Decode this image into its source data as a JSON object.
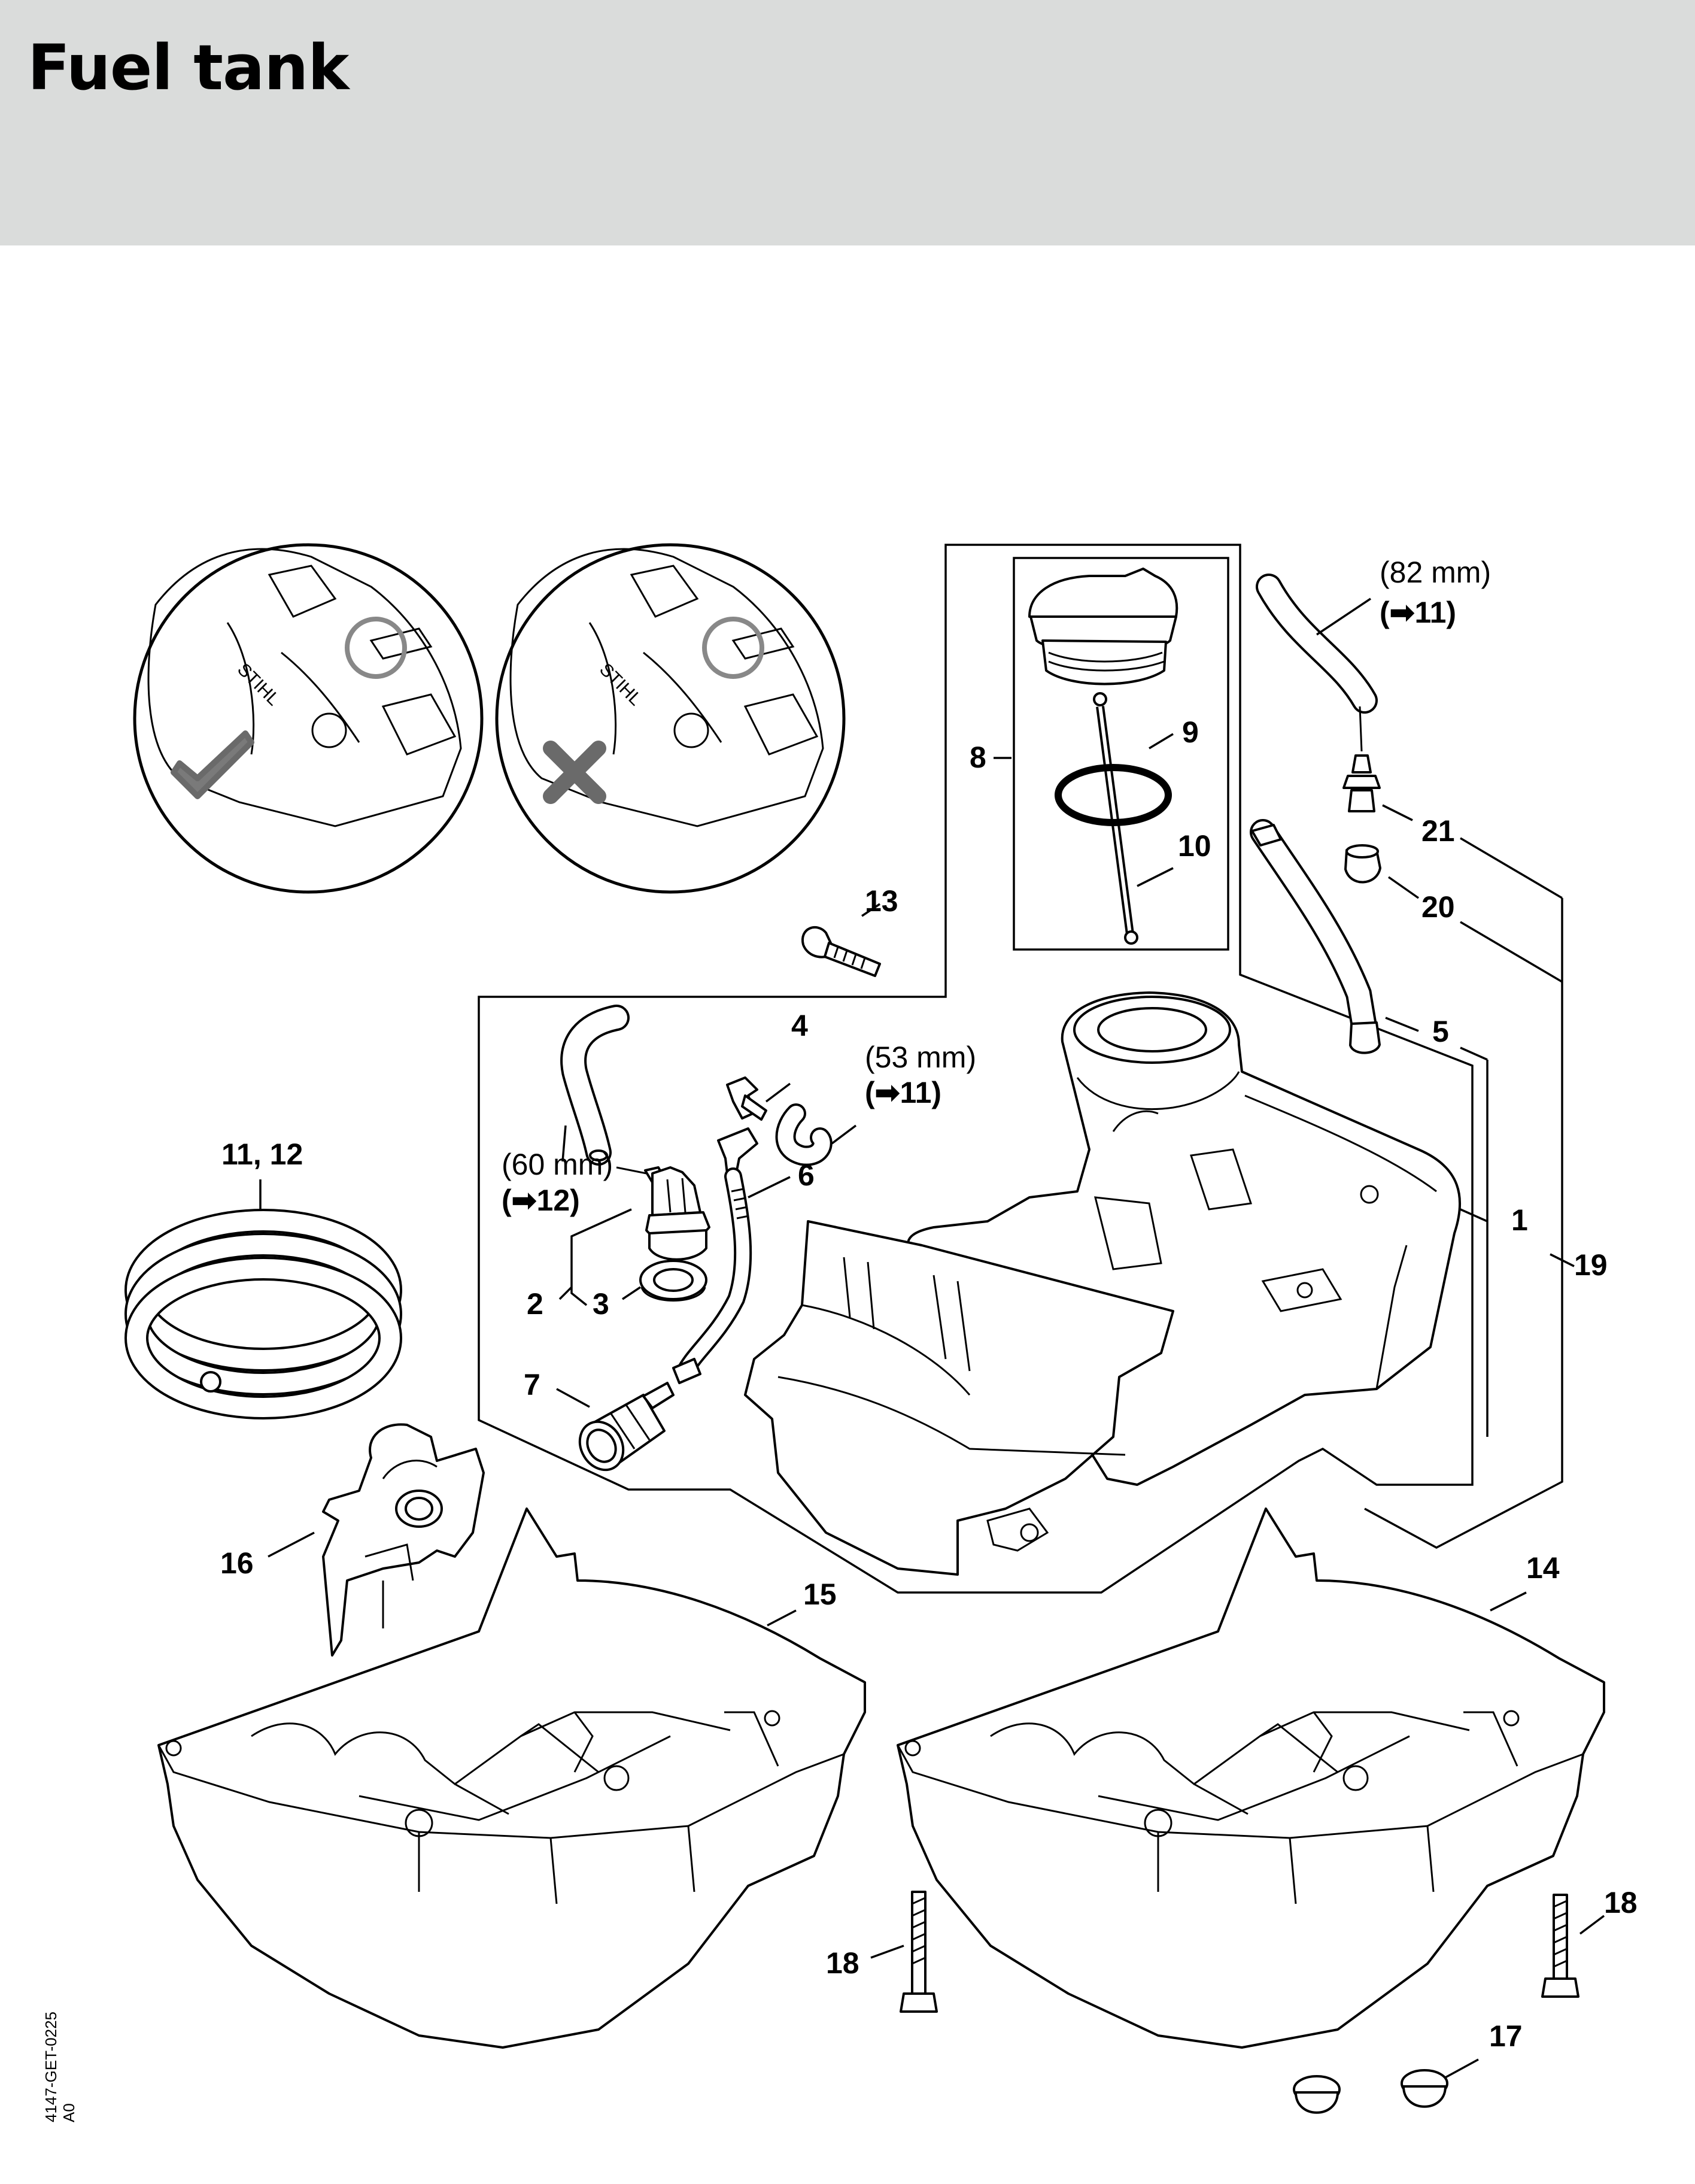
{
  "header": {
    "title": "Fuel tank",
    "background": "#dadcdb"
  },
  "document_code": {
    "line1": "4147-GET-0225",
    "line2": "A0"
  },
  "callouts": {
    "p1": "1",
    "p2": "2",
    "p3": "3",
    "p4": "4",
    "p5": "5",
    "p6": "6",
    "p7": "7",
    "p8": "8",
    "p9": "9",
    "p10": "10",
    "p11_12": "11, 12",
    "p13": "13",
    "p14": "14",
    "p15": "15",
    "p16": "16",
    "p17": "17",
    "p18a": "18",
    "p18b": "18",
    "p19": "19",
    "p20": "20",
    "p21": "21"
  },
  "notes": {
    "hose_82_len": "(82 mm)",
    "hose_82_ref": "(➡11)",
    "hose_53_len": "(53 mm)",
    "hose_53_ref": "(➡11)",
    "hose_60_len": "(60 mm)",
    "hose_60_ref": "(➡12)"
  }
}
